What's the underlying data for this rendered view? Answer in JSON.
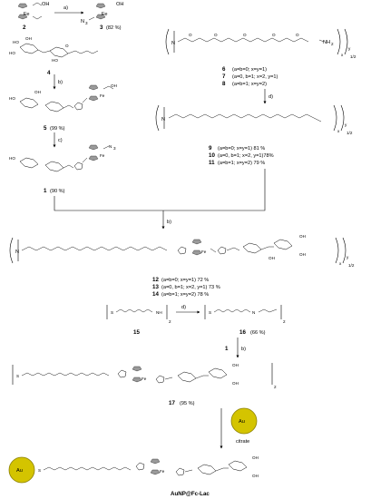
{
  "steps": {
    "a": "a)",
    "b1": "b)",
    "c": "c)",
    "d1": "d)",
    "b2": "b)",
    "d2": "d)",
    "b3": "b)"
  },
  "compounds": {
    "c2": {
      "num": "2"
    },
    "c3": {
      "num": "3",
      "yield": "(82 %)"
    },
    "c4": {
      "num": "4"
    },
    "c5": {
      "num": "5",
      "yield": "(99 %)"
    },
    "c1": {
      "num": "1",
      "yield": "(90 %)"
    },
    "c6": {
      "num": "6",
      "desc": "(a=b=0; x=y=1)"
    },
    "c7": {
      "num": "7",
      "desc": "(a=0, b=1; x=2, y=1)"
    },
    "c8": {
      "num": "8",
      "desc": "(a=b=1; x=y=2)"
    },
    "c9": {
      "num": "9",
      "desc": "(a=b=0; x=y=1) 81 %"
    },
    "c10": {
      "num": "10",
      "desc": "(a=0, b=1; x=2, y=1)78%"
    },
    "c11": {
      "num": "11",
      "desc": "(a=b=1; x=y=2) 79 %"
    },
    "c12": {
      "num": "12",
      "desc": "(a=b=0; x=y=1) 72 %"
    },
    "c13": {
      "num": "13",
      "desc": "(a=0, b=1; x=2, y=1) 73 %"
    },
    "c14": {
      "num": "14",
      "desc": "(a=b=1; x=y=2) 78 %"
    },
    "c15": {
      "num": "15"
    },
    "c16": {
      "num": "16",
      "yield": "(66 %)"
    },
    "c17": {
      "num": "17",
      "yield": "(95 %)"
    }
  },
  "reagent_1": "1",
  "gold": {
    "label": "Au",
    "caption": "citrate"
  },
  "product": "AuNP@Fc-Lac",
  "atoms": {
    "fe": "Fe",
    "n3": "N",
    "n3_sub": "3",
    "nh2": "NH",
    "nh2_sub": "2",
    "oh": "OH",
    "ho": "HO",
    "o": "O",
    "s": "S",
    "n": "N",
    "h": "H",
    "sub_x": "x",
    "sub_y": "y",
    "sub_a": "a",
    "sub_b": "b",
    "sub_2": "2",
    "sub_half": "1/2",
    "sub_9": "9",
    "sub_4": "4"
  },
  "colors": {
    "gold": "#d4c400",
    "gold_edge": "#8a7f00"
  }
}
